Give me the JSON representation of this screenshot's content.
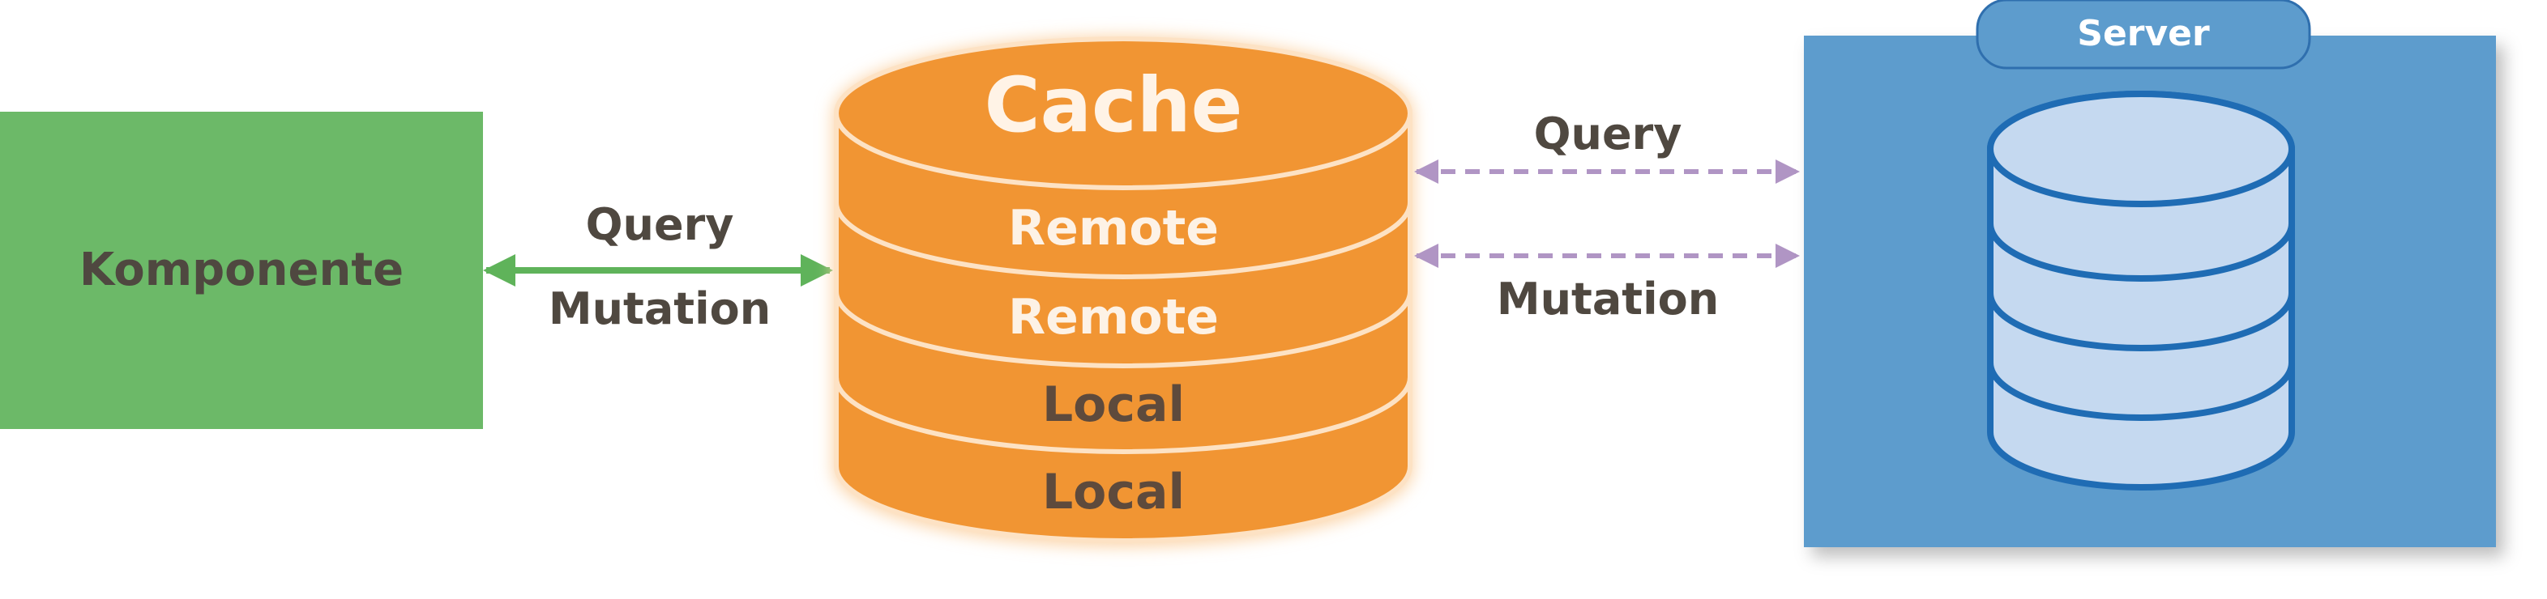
{
  "component": {
    "label": "Komponente",
    "color": "#6cb968",
    "text_color": "#4f4840"
  },
  "left_connection": {
    "query_label": "Query",
    "mutation_label": "Mutation",
    "arrow_color": "#5fb35a",
    "text_color": "#4f4840"
  },
  "cache": {
    "title": "Cache",
    "fill_color": "#f19533",
    "outline_color": "#fde2c4",
    "title_color": "#fff3e6",
    "layers": [
      {
        "label": "Remote",
        "kind": "remote",
        "text_color": "#fdf2e6"
      },
      {
        "label": "Remote",
        "kind": "remote",
        "text_color": "#fdf2e6"
      },
      {
        "label": "Local",
        "kind": "local",
        "text_color": "#5e4a3c"
      },
      {
        "label": "Local",
        "kind": "local",
        "text_color": "#5e4a3c"
      }
    ]
  },
  "right_connection": {
    "query_label": "Query",
    "mutation_label": "Mutation",
    "arrow_color": "#b095c4",
    "text_color": "#4f4840"
  },
  "server": {
    "title": "Server",
    "panel_color": "#5d9ccd",
    "tab_color": "#5d9ccd",
    "tab_border_color": "#2f6fae",
    "title_color": "#ffffff",
    "database": {
      "fill_color": "#c5d9f0",
      "stroke_color": "#1f6cb4"
    }
  }
}
